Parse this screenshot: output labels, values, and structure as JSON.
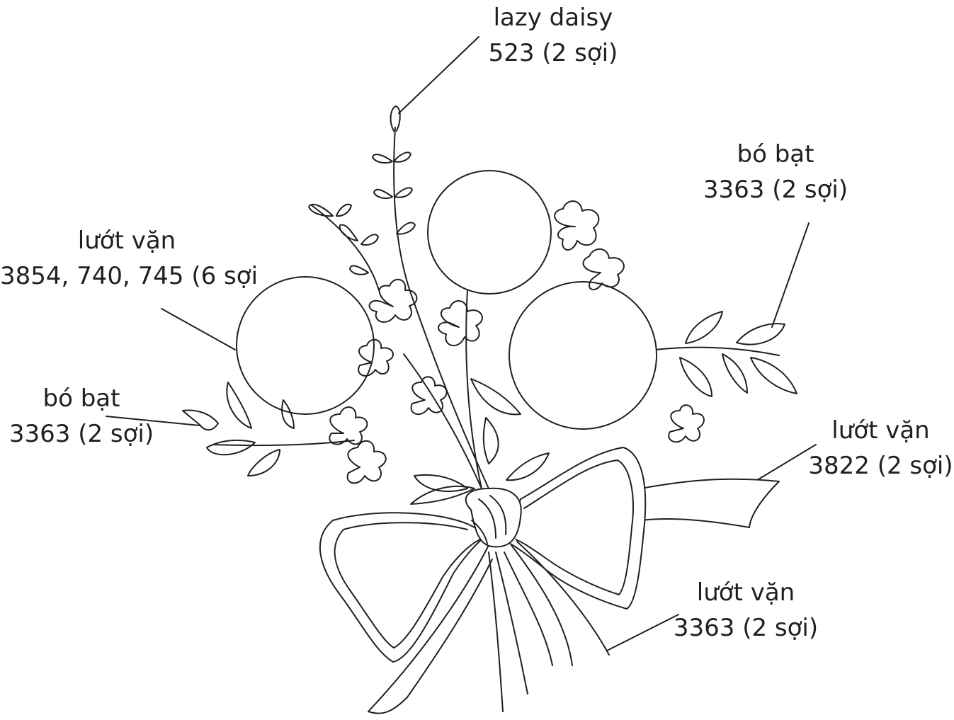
{
  "labels": {
    "lazy_daisy": {
      "stitch": "lazy daisy",
      "thread": "523 (2 sợi)"
    },
    "bo_bat_right": {
      "stitch": "bó bạt",
      "thread": "3363 (2 sợi)"
    },
    "luot_van_flowers": {
      "stitch": "lướt vặn",
      "thread": "3854, 740, 745 (6 sợi"
    },
    "bo_bat_left": {
      "stitch": "bó bạt",
      "thread": "3363 (2 sợi)"
    },
    "luot_van_ribbon": {
      "stitch": "lướt vặn",
      "thread": "3822 (2 sợi)"
    },
    "luot_van_stems": {
      "stitch": "lướt vặn",
      "thread": "3363 (2 sợi)"
    }
  },
  "colors": {
    "line": "#231f20",
    "background": "#ffffff"
  }
}
